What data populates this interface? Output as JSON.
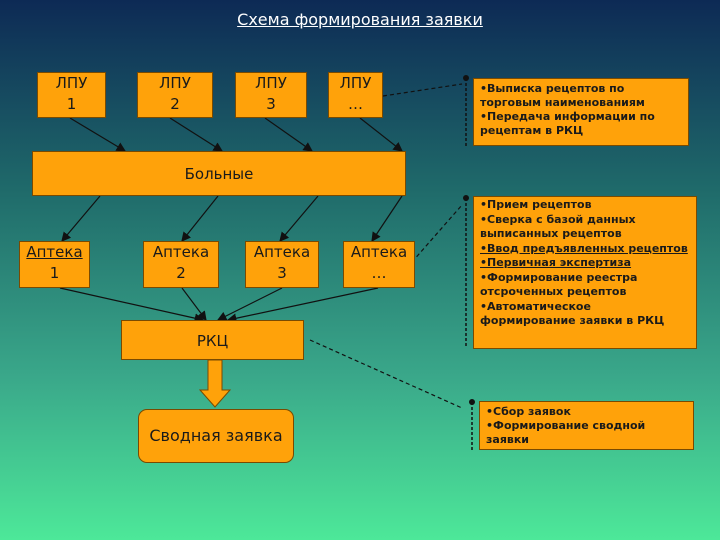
{
  "title": "Схема формирования заявки",
  "lpu": [
    {
      "l1": "ЛПУ",
      "l2": "1"
    },
    {
      "l1": "ЛПУ",
      "l2": "2"
    },
    {
      "l1": "ЛПУ",
      "l2": "3"
    },
    {
      "l1": "ЛПУ",
      "l2": "…"
    }
  ],
  "patients": "Больные",
  "pharmacies": [
    {
      "l1": "Аптека",
      "l2": "1"
    },
    {
      "l1": "Аптека",
      "l2": "2"
    },
    {
      "l1": "Аптека",
      "l2": "3"
    },
    {
      "l1": "Аптека",
      "l2": "…"
    }
  ],
  "rkc": "РКЦ",
  "summary": "Сводная заявка",
  "notes": {
    "lpu": [
      "•Выписка рецептов по торговым наименованиям",
      "•Передача информации по рецептам в РКЦ"
    ],
    "pharmacy": [
      "•Прием рецептов",
      "•Сверка с базой данных выписанных рецептов",
      "•Ввод предъявленных рецептов",
      "•Первичная экспертиза",
      "•Формирование реестра отсроченных рецептов",
      "•Автоматическое формирование заявки в РКЦ"
    ],
    "rkc": [
      "•Сбор заявок",
      "•Формирование сводной заявки"
    ]
  }
}
